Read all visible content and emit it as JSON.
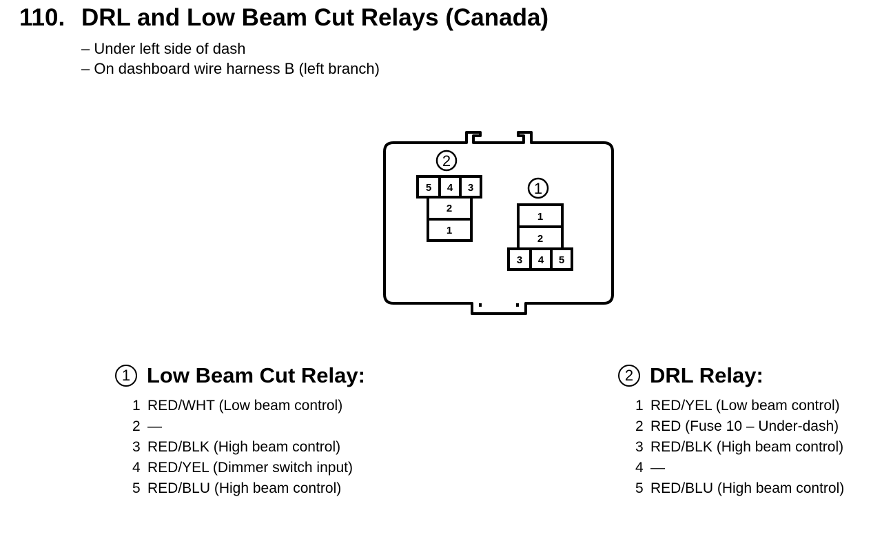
{
  "header": {
    "number": "110.",
    "title": "DRL and Low Beam Cut Relays (Canada)",
    "location_lines": [
      "– Under left side of dash",
      "– On dashboard wire harness B (left branch)"
    ]
  },
  "diagram": {
    "relay2_marker": "2",
    "relay2_top_cells": [
      "5",
      "4",
      "3"
    ],
    "relay2_stack_cells": [
      "2",
      "1"
    ],
    "relay1_marker": "1",
    "relay1_stack_cells": [
      "1",
      "2"
    ],
    "relay1_bottom_cells": [
      "3",
      "4",
      "5"
    ]
  },
  "relay1": {
    "marker": "1",
    "title": "Low Beam Cut Relay:",
    "pins": [
      {
        "num": "1",
        "desc": "RED/WHT (Low beam control)"
      },
      {
        "num": "2",
        "desc": "—"
      },
      {
        "num": "3",
        "desc": "RED/BLK (High beam control)"
      },
      {
        "num": "4",
        "desc": "RED/YEL (Dimmer switch input)"
      },
      {
        "num": "5",
        "desc": "RED/BLU (High beam control)"
      }
    ]
  },
  "relay2": {
    "marker": "2",
    "title": "DRL Relay:",
    "pins": [
      {
        "num": "1",
        "desc": "RED/YEL (Low beam control)"
      },
      {
        "num": "2",
        "desc": "RED (Fuse 10 – Under-dash)"
      },
      {
        "num": "3",
        "desc": "RED/BLK (High beam control)"
      },
      {
        "num": "4",
        "desc": "—"
      },
      {
        "num": "5",
        "desc": "RED/BLU (High beam control)"
      }
    ]
  }
}
